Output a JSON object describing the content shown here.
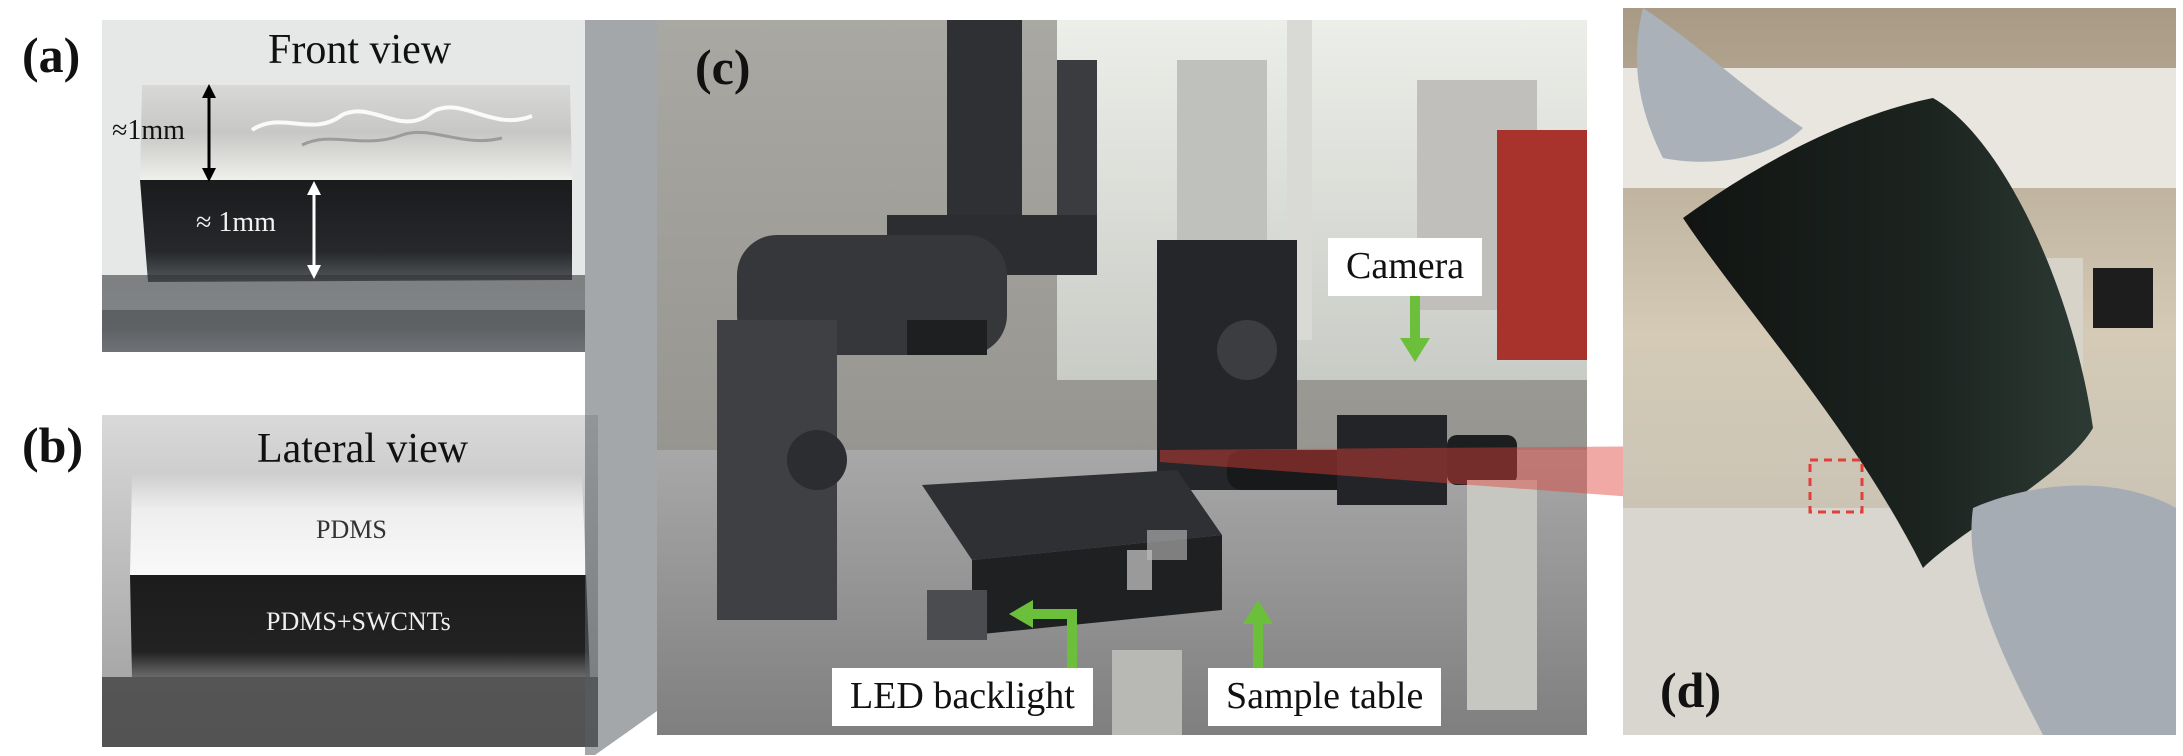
{
  "panels": {
    "a": {
      "label": "(a)",
      "title": "Front view",
      "dim_top": "≈1mm",
      "dim_bottom": "≈ 1mm"
    },
    "b": {
      "label": "(b)",
      "title": "Lateral view",
      "layer_top": "PDMS",
      "layer_bottom": "PDMS+SWCNTs"
    },
    "c": {
      "label": "(c)",
      "callouts": {
        "camera": "Camera",
        "led": "LED backlight",
        "sample_table": "Sample table"
      }
    },
    "d": {
      "label": "(d)"
    }
  },
  "colors": {
    "arrow_green": "#6cbf3b",
    "highlight_red": "#e0403a"
  }
}
